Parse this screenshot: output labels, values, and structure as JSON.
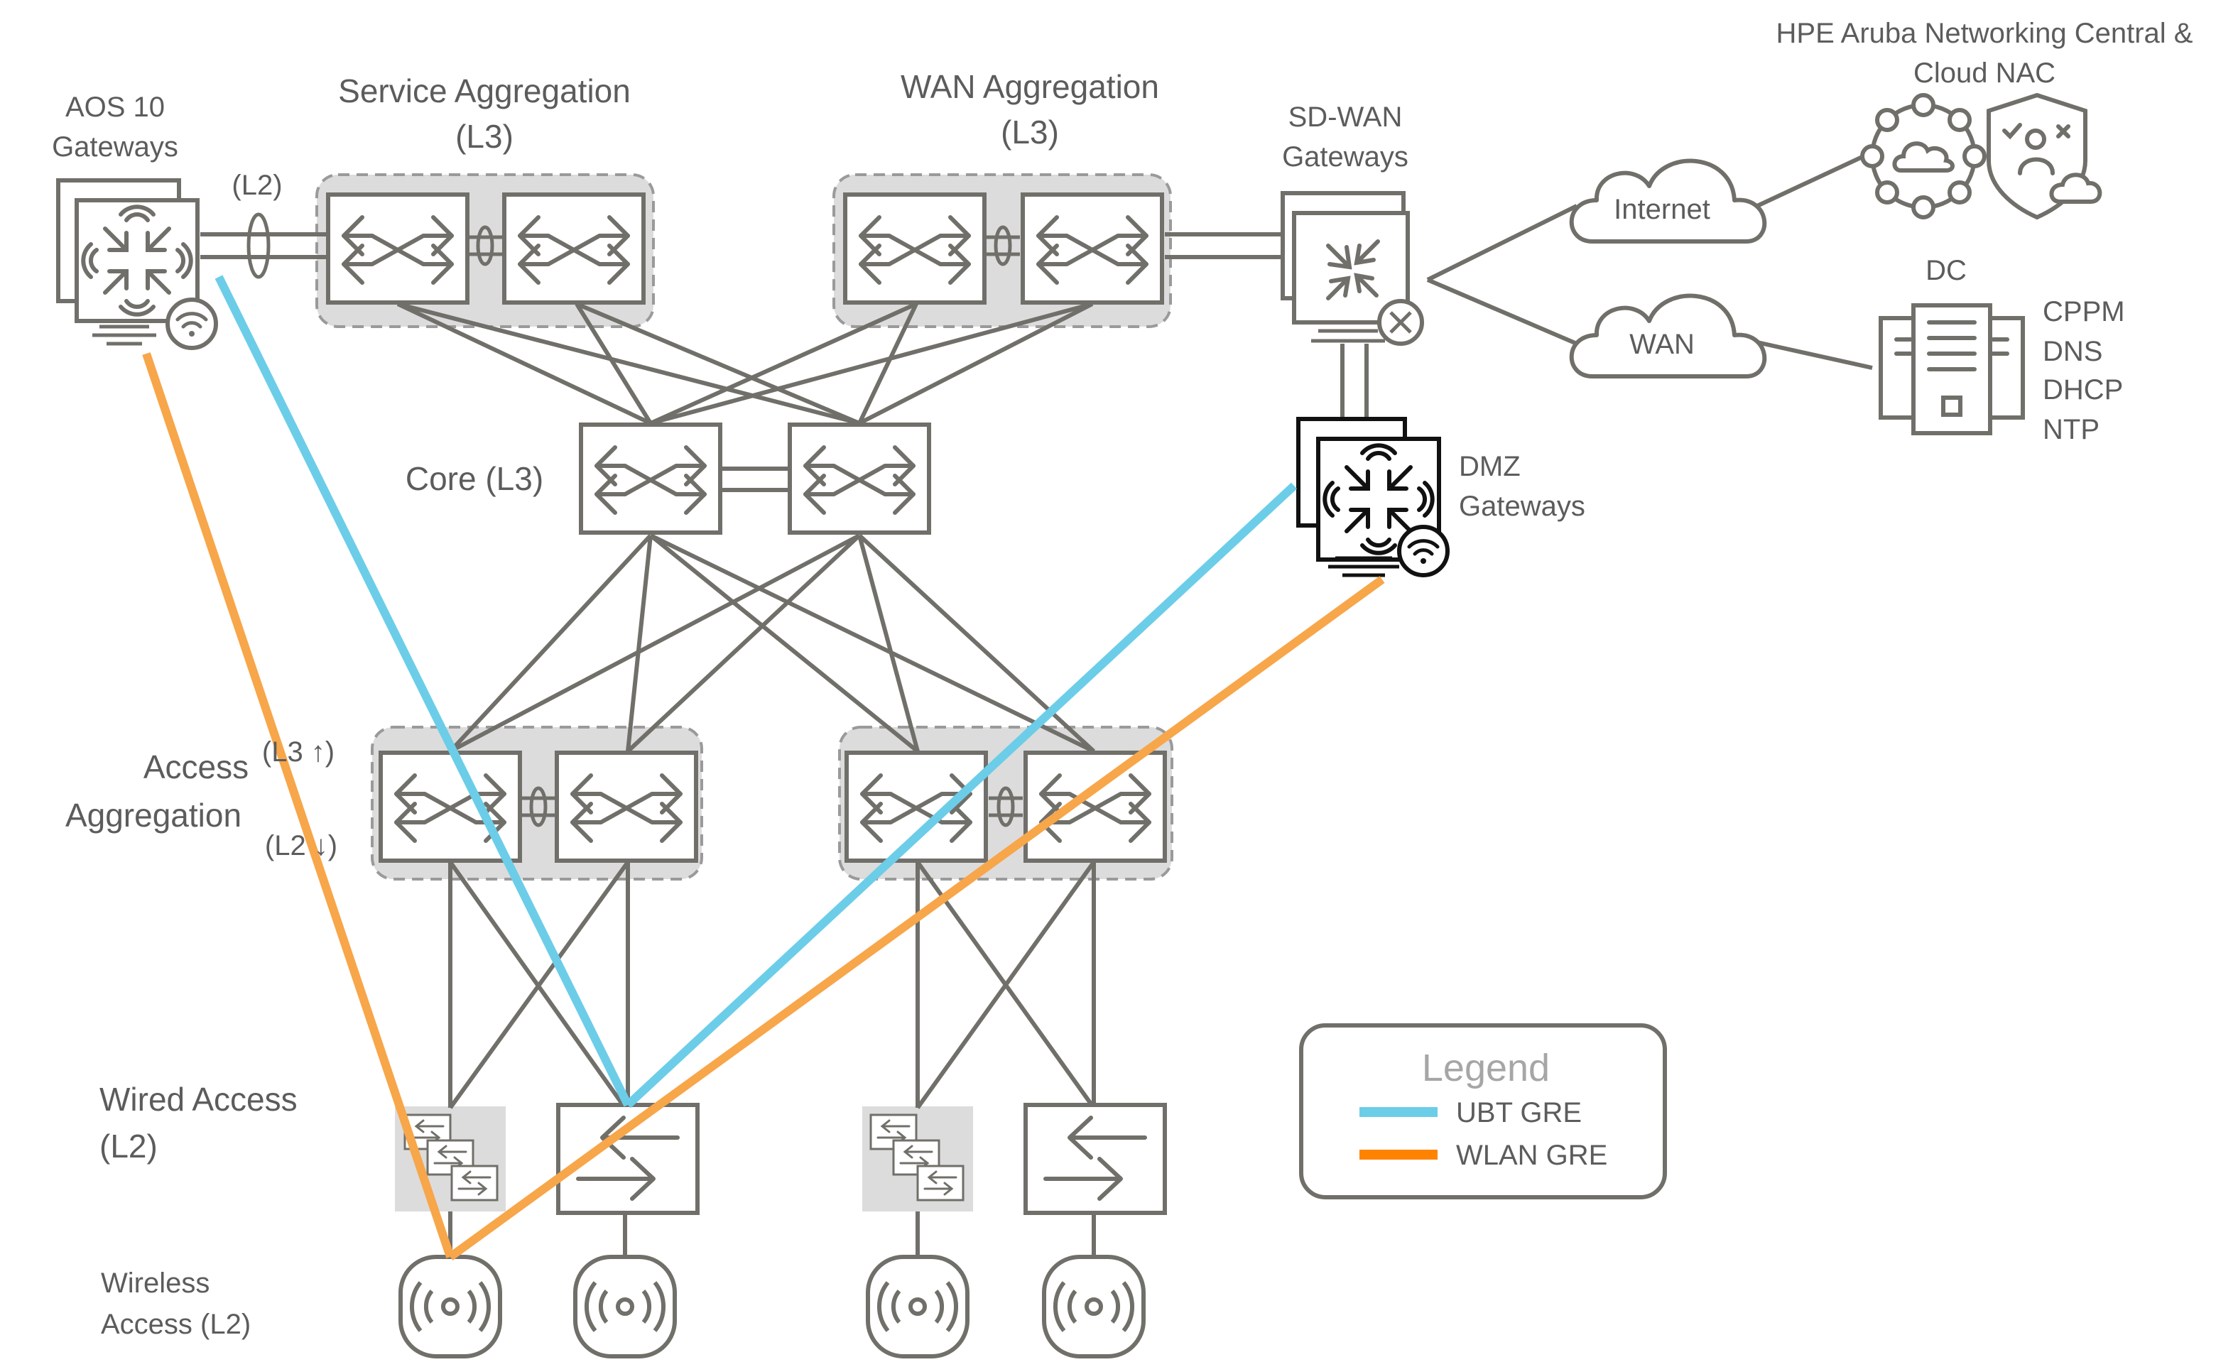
{
  "labels": {
    "aos10_line1": "AOS 10",
    "aos10_line2": "Gateways",
    "l2_link": "(L2)",
    "service_agg_line1": "Service Aggregation",
    "service_agg_line2": "(L3)",
    "wan_agg_line1": "WAN Aggregation",
    "wan_agg_line2": "(L3)",
    "sdwan_line1": "SD-WAN",
    "sdwan_line2": "Gateways",
    "central_line1": "HPE Aruba Networking  Central &",
    "central_line2": "Cloud NAC",
    "internet": "Internet",
    "wan": "WAN",
    "dc": "DC",
    "dc_services": [
      "CPPM",
      "DNS",
      "DHCP",
      "NTP"
    ],
    "core": "Core (L3)",
    "dmz_line1": "DMZ",
    "dmz_line2": "Gateways",
    "access_line1": "Access",
    "access_line2": "Aggregation",
    "l3_up": "(L3 ↑)",
    "l2_down": "(L2 ↓)",
    "wired_line1": "Wired Access",
    "wired_line2": "(L2)",
    "wireless_line1": "Wireless",
    "wireless_line2": "Access (L2)"
  },
  "legend": {
    "title": "Legend",
    "items": [
      {
        "label": "UBT GRE",
        "color": "#6ccde8"
      },
      {
        "label": "WLAN GRE",
        "color": "#f7a64a"
      }
    ]
  },
  "colors": {
    "line": "#706f6a",
    "group_fill": "#dcdcdc",
    "ubt": "#6ccde8",
    "wlan": "#f7a64a",
    "wlan_legend": "#ff8300"
  }
}
